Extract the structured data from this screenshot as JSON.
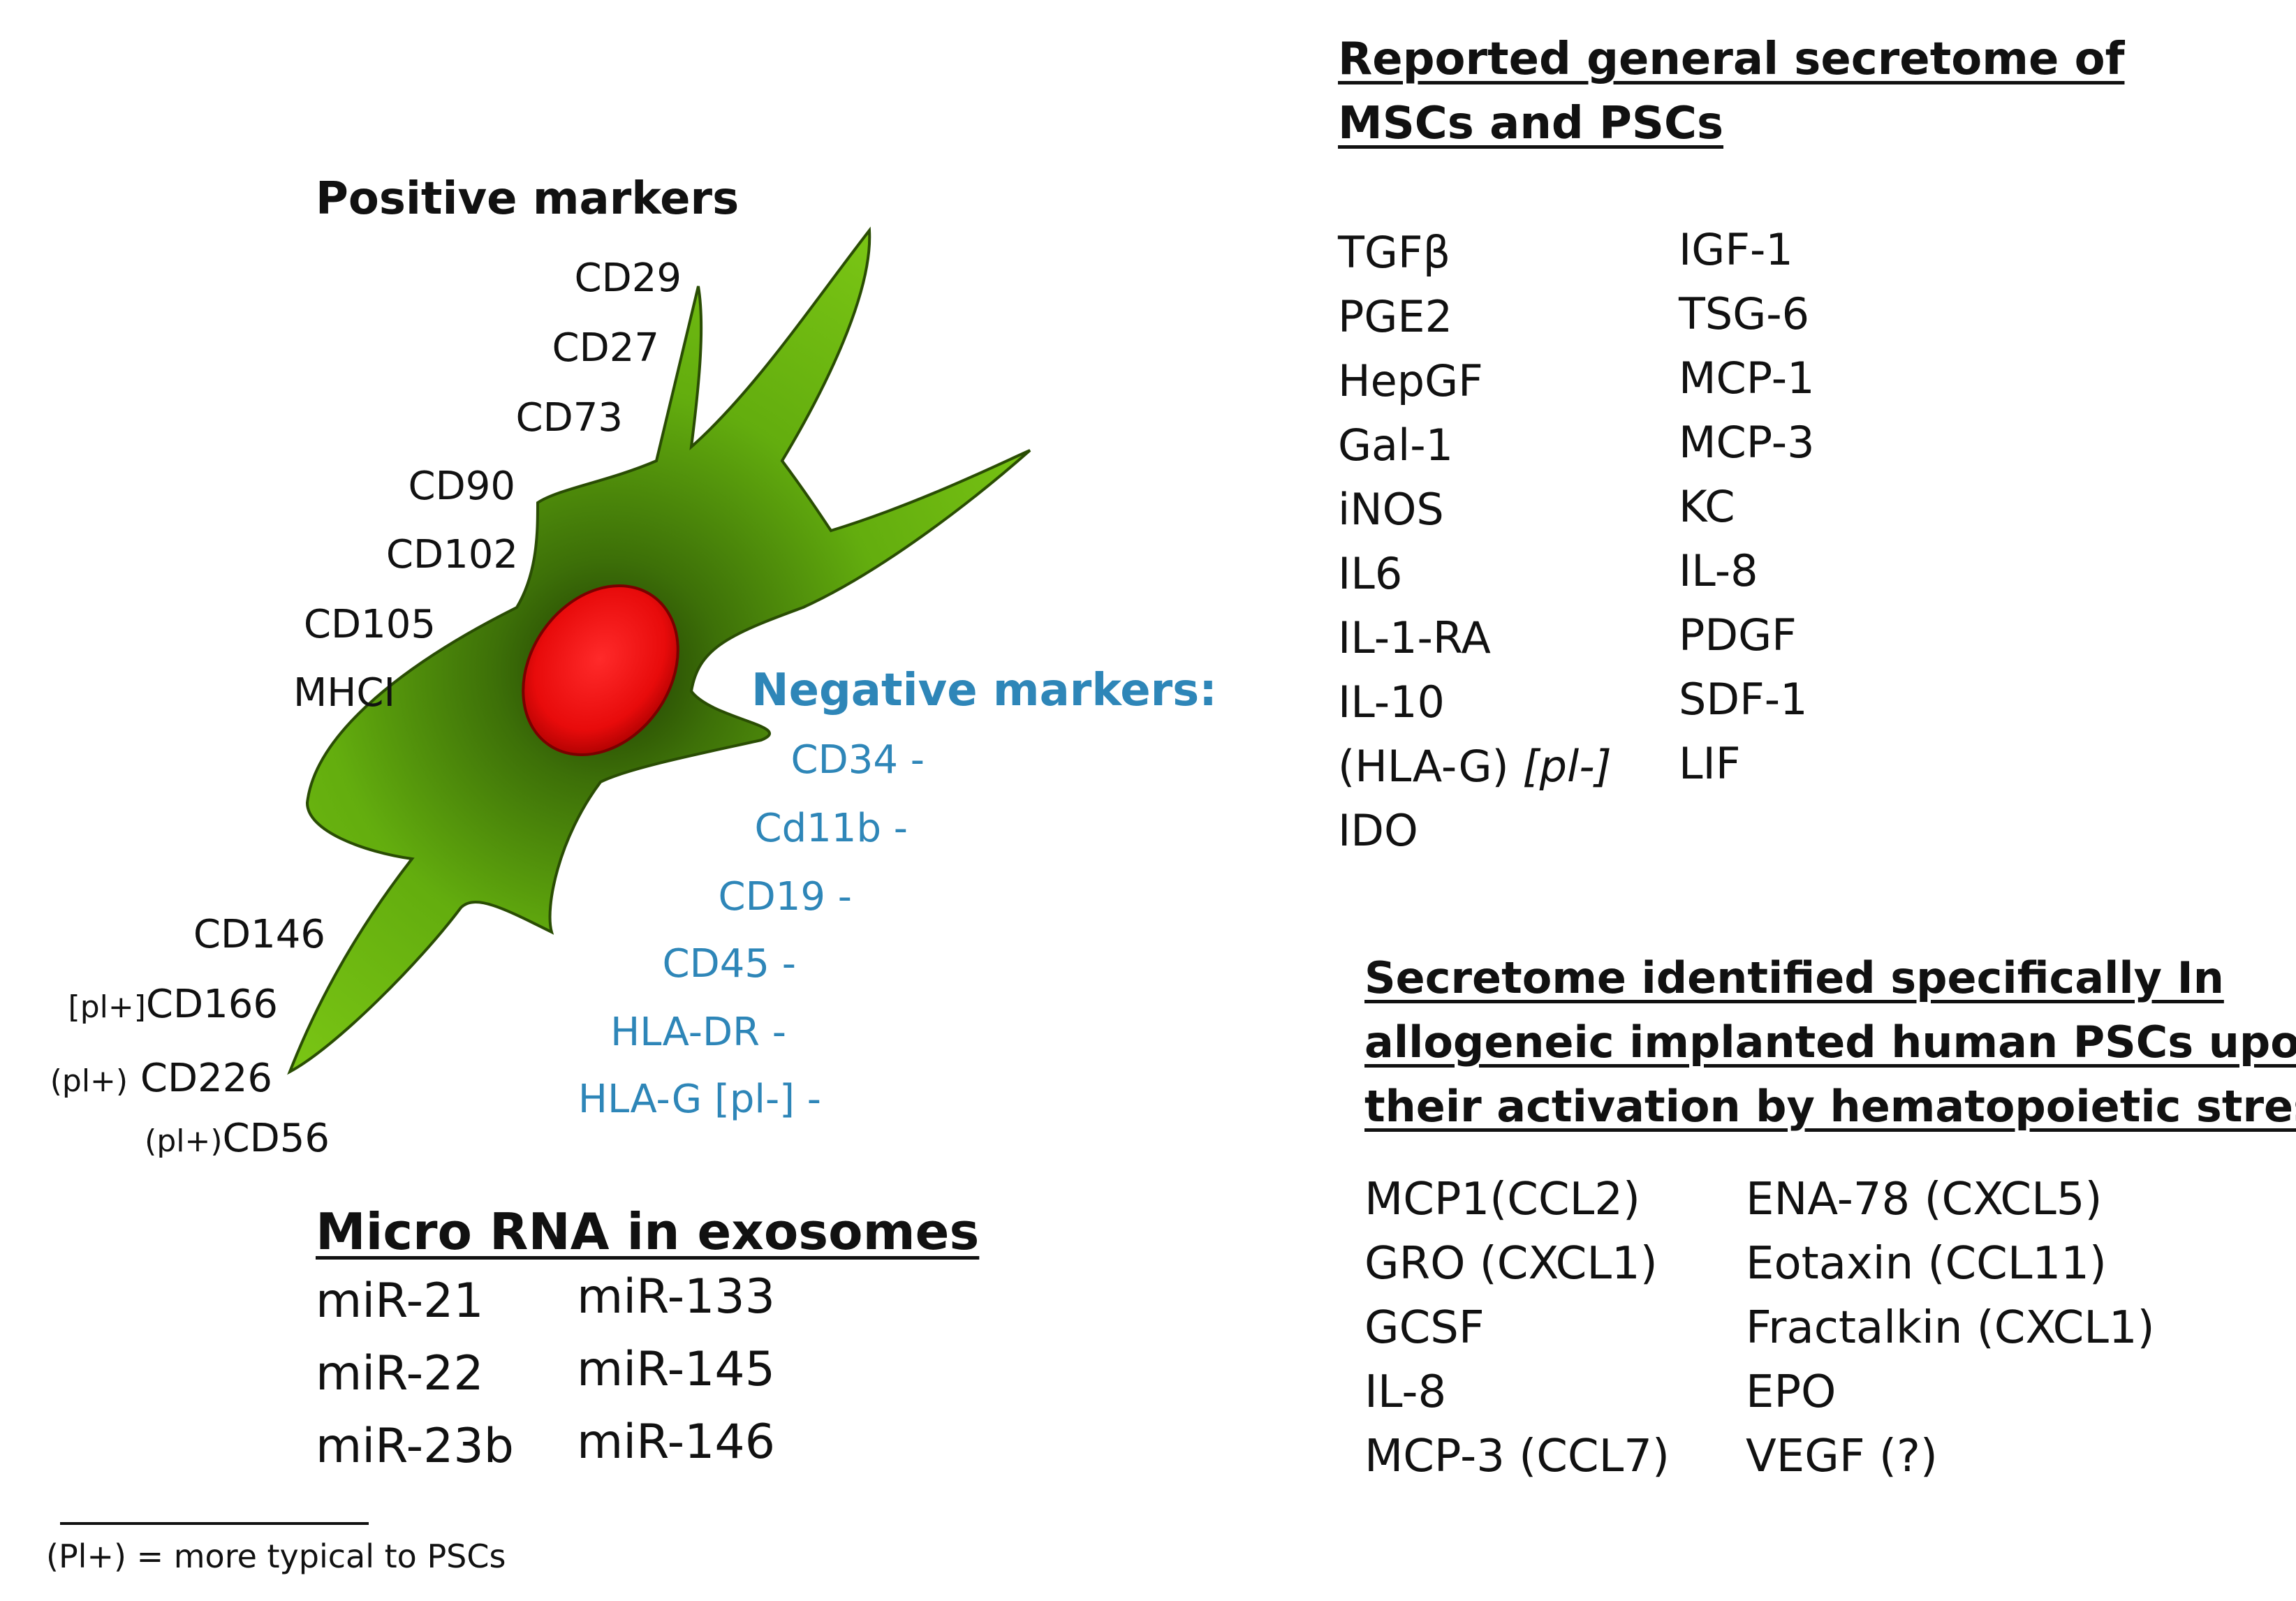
{
  "positive": {
    "title": "Positive markers",
    "markers": [
      "CD29",
      "CD27",
      "CD73",
      "CD90",
      "CD102",
      "CD105",
      "MHCI",
      "CD146"
    ],
    "cd166_prefix": "[pl+]",
    "cd166": "CD166",
    "cd226_prefix": "(pl+)",
    "cd226": " CD226",
    "cd56_prefix": "(pl+)",
    "cd56": "CD56"
  },
  "negative": {
    "title": "Negative markers:",
    "markers": [
      "CD34 -",
      "Cd11b -",
      "CD19 -",
      "CD45 -",
      "HLA-DR -",
      "HLA-G [pl-] -"
    ]
  },
  "microrna": {
    "title": "Micro RNA in exosomes",
    "col1": [
      "miR-21",
      "miR-22",
      "miR-23b"
    ],
    "col2": [
      "miR-133",
      "miR-145",
      "miR-146"
    ]
  },
  "footnote": "(Pl+) = more typical to PSCs",
  "general_secretome": {
    "title_line1": "Reported general secretome of",
    "title_line2": "MSCs and PSCs",
    "col1": [
      "TGFβ",
      "PGE2",
      "HepGF",
      "Gal-1",
      "iNOS",
      "IL6",
      "IL-1-RA",
      "IL-10"
    ],
    "hlag_item": "(HLA-G) ",
    "hlag_note": "[pl-]",
    "col1_last": "IDO",
    "col2": [
      "IGF-1",
      "TSG-6",
      "MCP-1",
      "MCP-3",
      "KC",
      "IL-8",
      "PDGF",
      "SDF-1",
      "LIF"
    ]
  },
  "specific_secretome": {
    "title_line1": "Secretome identified specifically In",
    "title_line2": "allogeneic implanted human PSCs upon",
    "title_line3": "their activation by hematopoietic  stress",
    "col1": [
      "MCP1(CCL2)",
      "GRO (CXCL1)",
      "GCSF",
      "IL-8",
      "MCP-3 (CCL7)"
    ],
    "col2": [
      "ENA-78 (CXCL5)",
      "Eotaxin (CCL11)",
      "Fractalkin (CXCL1)",
      "EPO",
      "VEGF (?)"
    ]
  },
  "colors": {
    "cell_green": "#6fbf10",
    "cell_dark": "#2f5a05",
    "nucleus": "#e01010",
    "negative_blue": "#2e86b8"
  }
}
